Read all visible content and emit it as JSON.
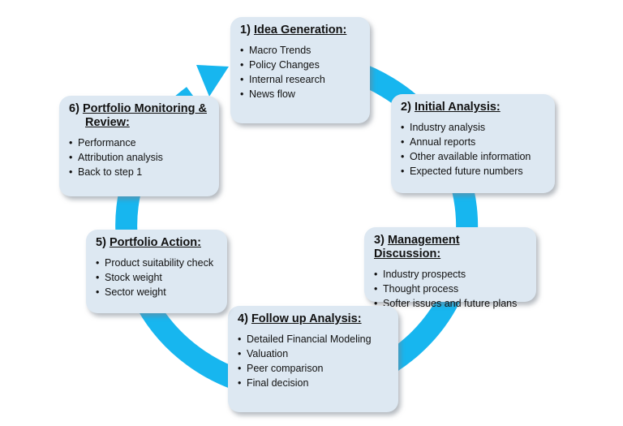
{
  "colors": {
    "ring": "#17b6ef",
    "box": "#dde8f2"
  },
  "steps": [
    {
      "num": "1)",
      "title": "Idea Generation:",
      "items": [
        "Macro Trends",
        "Policy Changes",
        "Internal research",
        "News flow"
      ]
    },
    {
      "num": "2)",
      "title": "Initial Analysis:",
      "items": [
        "Industry analysis",
        "Annual reports",
        "Other available information",
        "Expected future numbers"
      ]
    },
    {
      "num": "3)",
      "title": "Management Discussion:",
      "items": [
        "Industry prospects",
        "Thought process",
        "Softer issues and future plans"
      ]
    },
    {
      "num": "4)",
      "title": "Follow up Analysis:",
      "items": [
        "Detailed Financial Modeling",
        "Valuation",
        "Peer comparison",
        "Final decision"
      ]
    },
    {
      "num": "5)",
      "title": "Portfolio Action:",
      "items": [
        "Product suitability check",
        "Stock weight",
        "Sector weight"
      ]
    },
    {
      "num": "6)",
      "title": "Portfolio Monitoring &",
      "title2": "Review:",
      "items": [
        "Performance",
        "Attribution analysis",
        "Back to step 1"
      ]
    }
  ]
}
